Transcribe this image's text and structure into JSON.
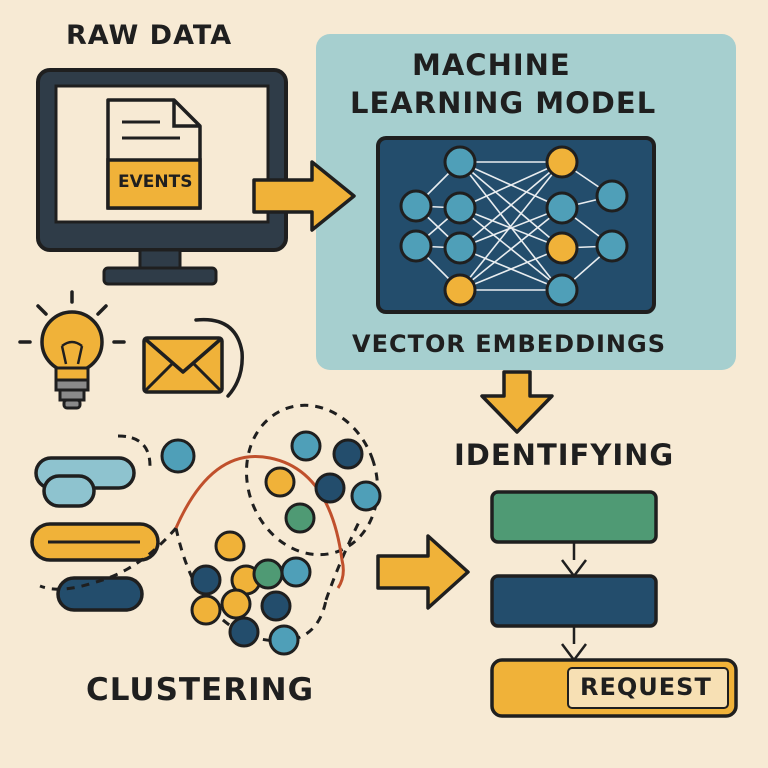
{
  "labels": {
    "raw_data": "RAW DATA",
    "model_line1": "MACHINE",
    "model_line2": "LEARNING MODEL",
    "vector_embeddings": "VECTOR EMBEDDINGS",
    "identifying": "IDENTIFYING",
    "clustering": "CLUSTERING",
    "events": "EVENTS",
    "request": "REQUEST"
  },
  "colors": {
    "background": "#f7ead4",
    "panel": "#a6cfcf",
    "navy": "#234d6c",
    "teal": "#4f9fb8",
    "mustard": "#f0b239",
    "green": "#4f9a74",
    "outline": "#1f1f1f",
    "curve": "#c0502c"
  },
  "icons": [
    "computer-monitor-icon",
    "document-icon",
    "light-bulb-icon",
    "envelope-icon",
    "arrow-right-icon",
    "arrow-down-icon"
  ]
}
